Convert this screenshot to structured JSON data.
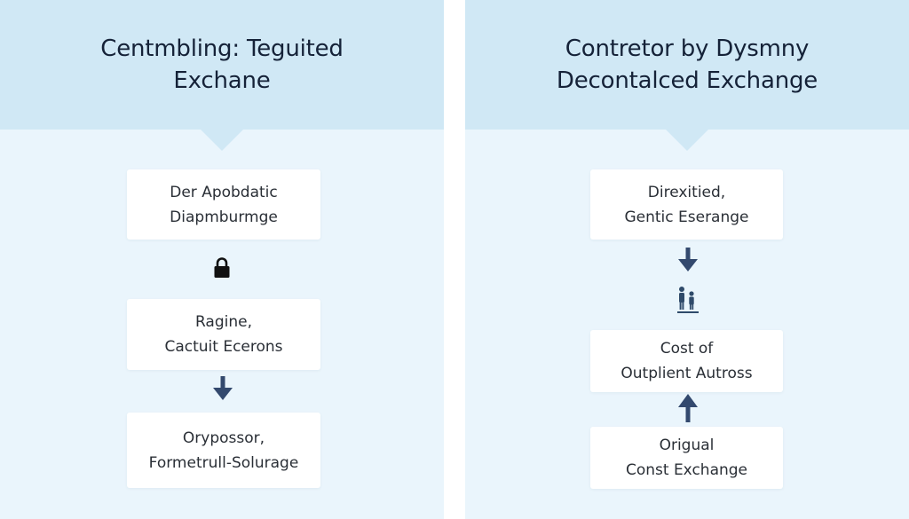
{
  "left_panel": {
    "title_line1": "Centmbling: Teguited",
    "title_line2": "Exchane",
    "box1_line1": "Der Apobdatic",
    "box1_line2": "Diapmburmge",
    "box2_line1": "Ragine,",
    "box2_line2": "Cactuit Ecerons",
    "box3_line1": "Orypossor,",
    "box3_line2": "Formetrull-Solurage",
    "icons": [
      "lock-icon",
      "arrow-down-icon"
    ]
  },
  "right_panel": {
    "title_line1": "Contretor by Dysmny",
    "title_line2": "Decontalced Exchange",
    "box1_line1": "Direxitied,",
    "box1_line2": "Gentic Eserange",
    "box2_line1": "Cost of",
    "box2_line2": "Outplient Autross",
    "box3_line1": "Origual",
    "box3_line2": "Const Exchange",
    "icons": [
      "arrow-down-icon",
      "people-icon",
      "arrow-up-icon"
    ]
  },
  "colors": {
    "header_bg": "#d0e8f5",
    "panel_bg": "#eaf5fc",
    "card_bg": "#ffffff",
    "arrow": "#33496e",
    "title_text": "#152238"
  }
}
